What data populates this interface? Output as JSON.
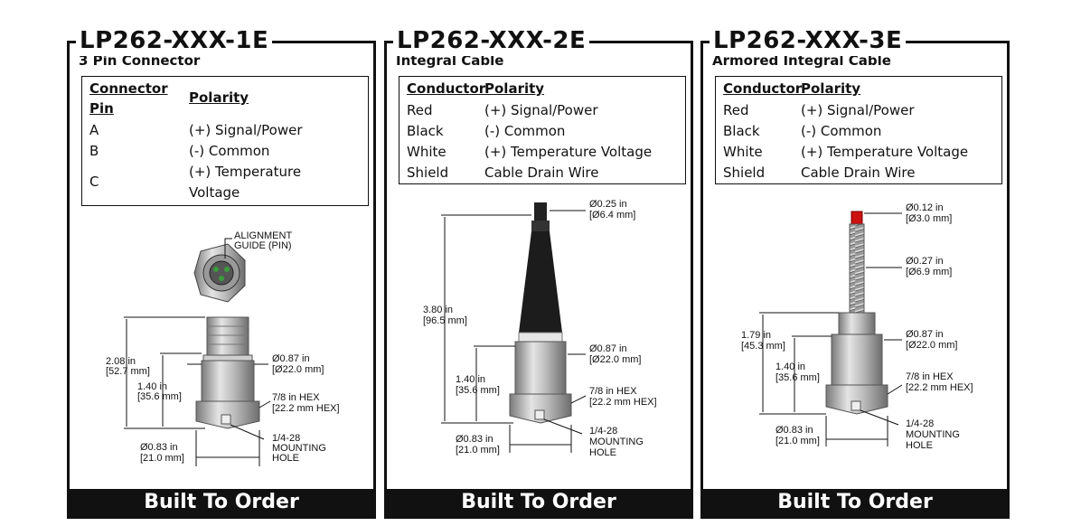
{
  "footer_label": "Built To Order",
  "panels": [
    {
      "title": "LP262-XXX-1E",
      "subtitle": "3 Pin Connector",
      "headers": [
        "Connector",
        "Pin",
        "Polarity"
      ],
      "rows": [
        [
          "A",
          "(+) Signal/Power"
        ],
        [
          "B",
          "(-) Common"
        ],
        [
          "C",
          "(+) Temperature",
          "Voltage"
        ]
      ],
      "callouts": {
        "alignment": [
          "ALIGNMENT",
          "GUIDE (PIN)"
        ],
        "overall": [
          "2.08 in",
          "[52.7 mm]"
        ],
        "body": [
          "1.40 in",
          "[35.6 mm]"
        ],
        "dia": [
          "Ø0.87 in",
          "[Ø22.0 mm]"
        ],
        "hex": [
          "7/8 in HEX",
          "[22.2 mm HEX]"
        ],
        "base": [
          "Ø0.83 in",
          "[21.0 mm]"
        ],
        "mount": [
          "1/4-28",
          "MOUNTING",
          "HOLE"
        ]
      }
    },
    {
      "title": "LP262-XXX-2E",
      "subtitle": "Integral Cable",
      "headers": [
        "Conductor",
        "Polarity"
      ],
      "rows": [
        [
          "Red",
          "(+) Signal/Power"
        ],
        [
          "Black",
          "(-) Common"
        ],
        [
          "White",
          "(+) Temperature Voltage"
        ],
        [
          "Shield",
          "Cable Drain Wire"
        ]
      ],
      "callouts": {
        "cable": [
          "Ø0.25 in",
          "[Ø6.4 mm]"
        ],
        "overall": [
          "3.80 in",
          "[96.5 mm]"
        ],
        "body": [
          "1.40 in",
          "[35.6 mm]"
        ],
        "dia": [
          "Ø0.87 in",
          "[Ø22.0 mm]"
        ],
        "hex": [
          "7/8 in HEX",
          "[22.2 mm HEX]"
        ],
        "base": [
          "Ø0.83 in",
          "[21.0 mm]"
        ],
        "mount": [
          "1/4-28",
          "MOUNTING",
          "HOLE"
        ]
      }
    },
    {
      "title": "LP262-XXX-3E",
      "subtitle": "Armored Integral Cable",
      "headers": [
        "Conductor",
        "Polarity"
      ],
      "rows": [
        [
          "Red",
          "(+) Signal/Power"
        ],
        [
          "Black",
          "(-) Common"
        ],
        [
          "White",
          "(+) Temperature Voltage"
        ],
        [
          "Shield",
          "Cable Drain Wire"
        ]
      ],
      "callouts": {
        "tip": [
          "Ø0.12 in",
          "[Ø3.0 mm]"
        ],
        "armor": [
          "Ø0.27 in",
          "[Ø6.9 mm]"
        ],
        "overall": [
          "1.79 in",
          "[45.3 mm]"
        ],
        "body": [
          "1.40 in",
          "[35.6 mm]"
        ],
        "dia": [
          "Ø0.87 in",
          "[Ø22.0 mm]"
        ],
        "hex": [
          "7/8 in HEX",
          "[22.2 mm HEX]"
        ],
        "base": [
          "Ø0.83 in",
          "[21.0 mm]"
        ],
        "mount": [
          "1/4-28",
          "MOUNTING",
          "HOLE"
        ]
      }
    }
  ]
}
